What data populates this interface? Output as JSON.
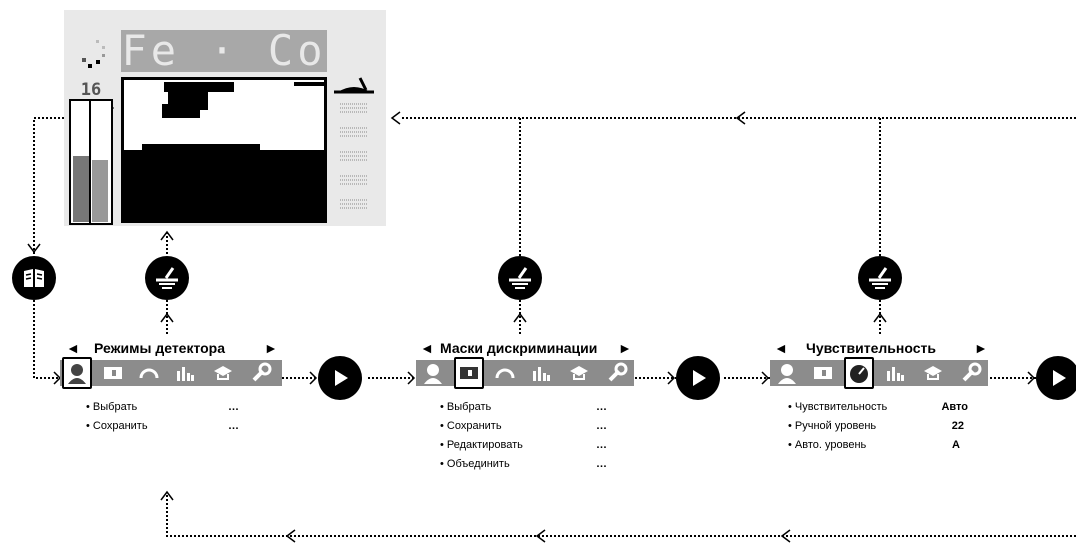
{
  "screen": {
    "mode_text": "Fe · Co",
    "depth_value": "16"
  },
  "panels": [
    {
      "title": "Режимы детектора",
      "items": [
        {
          "label": "• Выбрать",
          "value": "…"
        },
        {
          "label": "• Сохранить",
          "value": "…"
        }
      ]
    },
    {
      "title": "Маски дискриминации",
      "items": [
        {
          "label": "• Выбрать",
          "value": "…"
        },
        {
          "label": "• Сохранить",
          "value": "…"
        },
        {
          "label": "• Редактировать",
          "value": "…"
        },
        {
          "label": "• Объединить",
          "value": "…"
        }
      ]
    },
    {
      "title": "Чувствительность",
      "items": [
        {
          "label": "• Чувствительность",
          "value": "Авто"
        },
        {
          "label": "• Ручной уровень",
          "value": "22"
        },
        {
          "label": "• Авто. уровень",
          "value": "A"
        }
      ]
    }
  ],
  "nav": {
    "left_arrow": "◄",
    "right_arrow": "►"
  },
  "icons": [
    "user-mode-icon",
    "discrimination-mask-icon",
    "sensitivity-dial-icon",
    "histogram-icon",
    "ground-balance-icon",
    "settings-wrench-icon"
  ],
  "buttons": {
    "book": "book-icon",
    "coil": "coil-icon",
    "next": "play-icon"
  }
}
